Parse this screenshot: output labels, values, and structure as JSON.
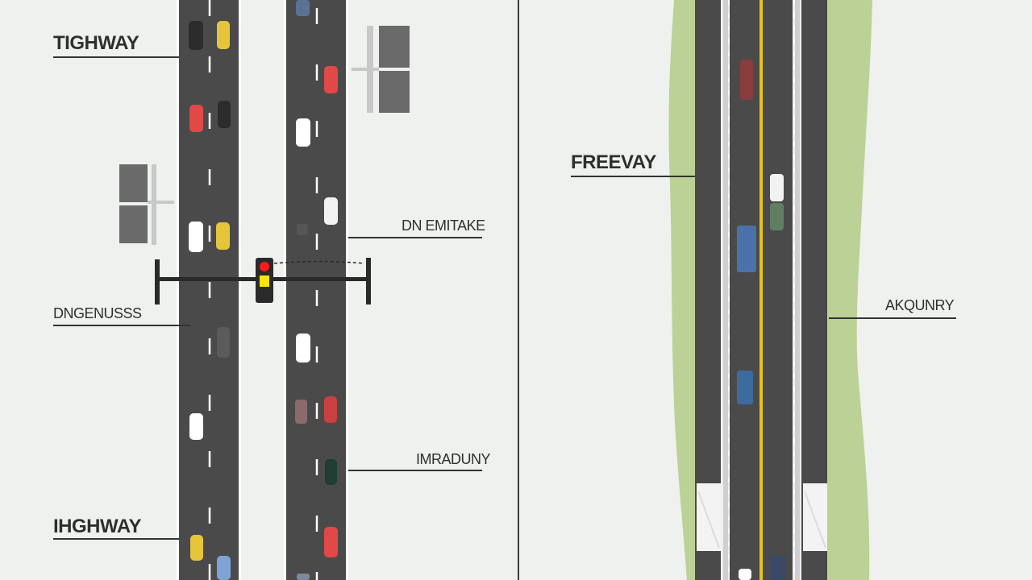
{
  "labels": {
    "left_top": "TIGHWAY",
    "left_middle": "DNGENUSSS",
    "left_bottom": "IHGHWAY",
    "center_upper": "DN EMITAKE",
    "center_lower": "IMRADUNY",
    "right_upper": "FREEVAY",
    "right_lower": "AKQUNRY"
  },
  "icons": {
    "traffic_light": "traffic-light-icon",
    "sign": "road-sign-icon",
    "car": "car-icon"
  },
  "colors": {
    "background": "#eef1ee",
    "asphalt": "#4a4a4a",
    "lane_line": "#ffffff",
    "center_line": "#e8c21a",
    "grass": "#bcd195",
    "signal_red": "#ff1a1a",
    "signal_yellow": "#ffe600"
  }
}
